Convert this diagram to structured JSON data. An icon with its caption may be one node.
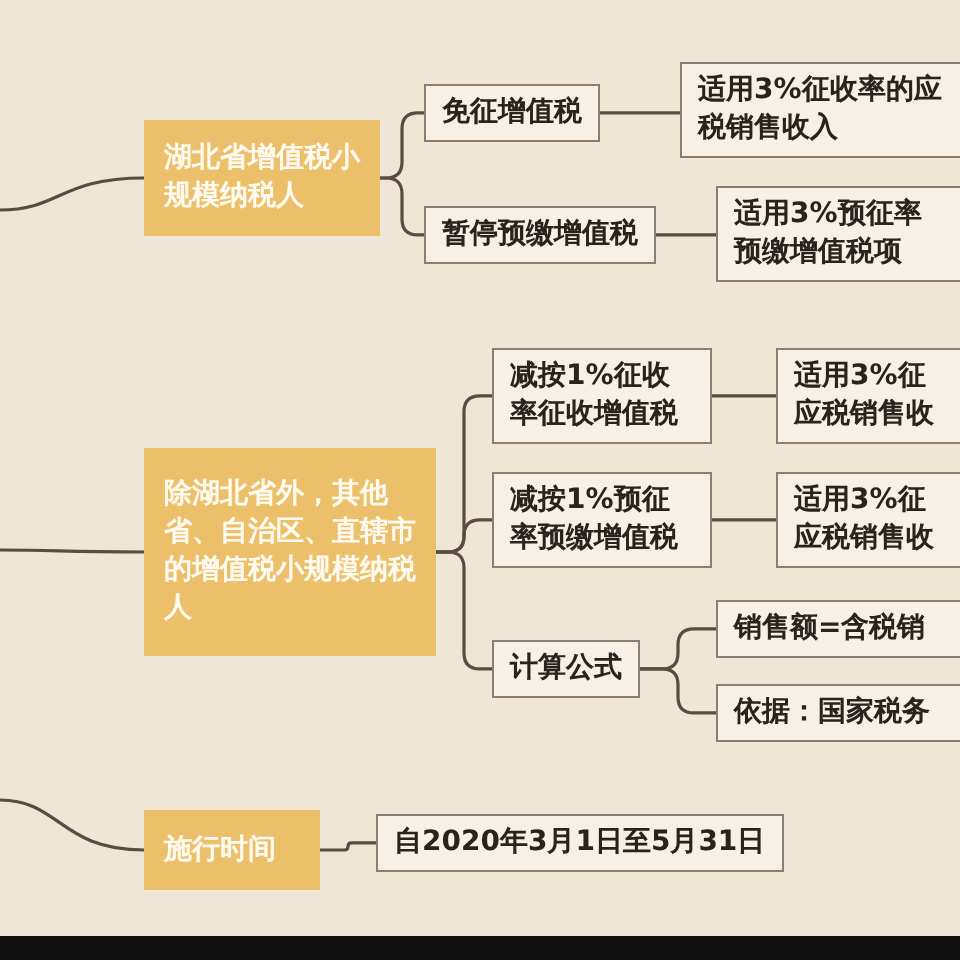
{
  "diagram": {
    "nodes": [
      {
        "text": [
          "湖北省增值税小规模纳税人"
        ]
      },
      {
        "text": [
          "免征增值税"
        ]
      },
      {
        "text": [
          "适用3%征收率的应税销售收入"
        ]
      },
      {
        "text": [
          "暂停预缴增值税"
        ]
      },
      {
        "text": [
          "适用3%预征率预缴增值税项"
        ]
      },
      {
        "text": [
          "除湖北省外，其他省、自治区、直辖市的增值税小规模纳税人"
        ]
      },
      {
        "text": [
          "减按1%征收率征收增值税"
        ]
      },
      {
        "text": [
          "适用3%征应税销售收"
        ]
      },
      {
        "text": [
          "减按1%预征率预缴增值税"
        ]
      },
      {
        "text": [
          "适用3%征应税销售收"
        ]
      },
      {
        "text": [
          "计算公式"
        ]
      },
      {
        "text": [
          "销售额=含税销"
        ]
      },
      {
        "text": [
          "依据：国家税务"
        ]
      },
      {
        "text": [
          "施行时间"
        ]
      },
      {
        "text": [
          "自2020年3月1日至5月31日"
        ]
      }
    ],
    "edges": [
      {
        "from": null,
        "to": 0,
        "arrow": "none"
      },
      {
        "from": null,
        "to": 5,
        "arrow": "none"
      },
      {
        "from": null,
        "to": 13,
        "arrow": "none"
      },
      {
        "from": 0,
        "to": 1,
        "arrow": "none"
      },
      {
        "from": 0,
        "to": 3,
        "arrow": "none"
      },
      {
        "from": 1,
        "to": 2,
        "arrow": "none"
      },
      {
        "from": 3,
        "to": 4,
        "arrow": "none"
      },
      {
        "from": 5,
        "to": 6,
        "arrow": "none"
      },
      {
        "from": 5,
        "to": 8,
        "arrow": "none"
      },
      {
        "from": 5,
        "to": 10,
        "arrow": "none"
      },
      {
        "from": 6,
        "to": 7,
        "arrow": "none"
      },
      {
        "from": 8,
        "to": 9,
        "arrow": "none"
      },
      {
        "from": 10,
        "to": 11,
        "arrow": "none"
      },
      {
        "from": 10,
        "to": 12,
        "arrow": "none"
      },
      {
        "from": 13,
        "to": 14,
        "arrow": "none"
      }
    ]
  }
}
